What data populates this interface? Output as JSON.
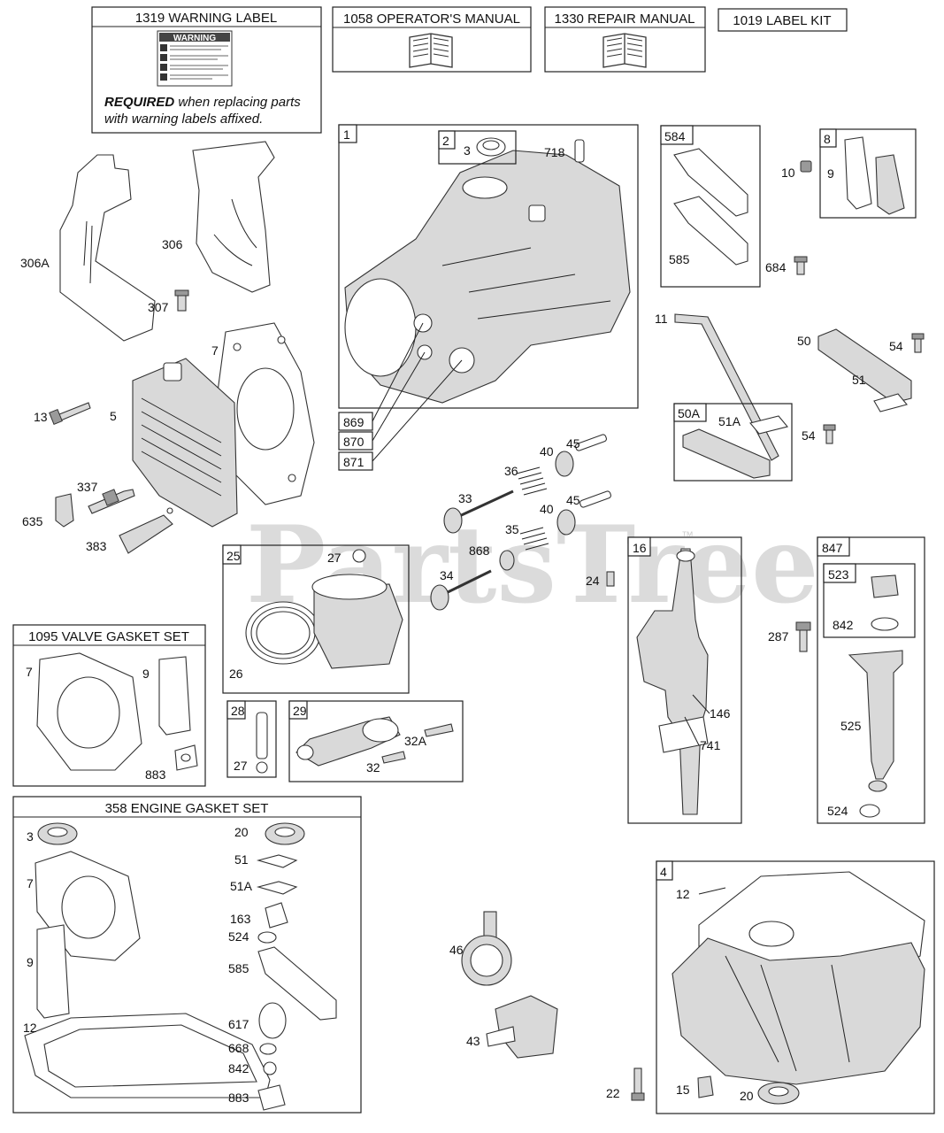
{
  "watermark": "PartsTree",
  "watermark_tm": "™",
  "headers": {
    "warning_label": "1319 WARNING LABEL",
    "operators_manual": "1058 OPERATOR'S MANUAL",
    "repair_manual": "1330 REPAIR MANUAL",
    "label_kit": "1019 LABEL KIT",
    "valve_gasket_set": "1095 VALVE GASKET SET",
    "engine_gasket_set": "358 ENGINE GASKET SET"
  },
  "warning_sticker": {
    "title": "WARNING",
    "required_bold": "REQUIRED",
    "required_rest": " when replacing parts",
    "required_line2": "with warning labels affixed."
  },
  "box_labels": {
    "b1": "1",
    "b2": "2",
    "b584": "584",
    "b8": "8",
    "b50a": "50A",
    "b25": "25",
    "b28": "28",
    "b29": "29",
    "b16": "16",
    "b847": "847",
    "b523": "523",
    "b4": "4"
  },
  "part_labels": {
    "p3_top": "3",
    "p718": "718",
    "p306a": "306A",
    "p306": "306",
    "p307": "307",
    "p7_head": "7",
    "p13": "13",
    "p5": "5",
    "p337": "337",
    "p635": "635",
    "p383": "383",
    "p869": "869",
    "p870": "870",
    "p871": "871",
    "p585_top": "585",
    "p684": "684",
    "p10": "10",
    "p9_top": "9",
    "p11": "11",
    "p50": "50",
    "p54a": "54",
    "p51": "51",
    "p54b": "54",
    "p51a_top": "51A",
    "p45a": "45",
    "p40a": "40",
    "p36": "36",
    "p33": "33",
    "p45b": "45",
    "p40b": "40",
    "p35": "35",
    "p868": "868",
    "p34": "34",
    "p24": "24",
    "p27_top": "27",
    "p26": "26",
    "p27_pin": "27",
    "p32a": "32A",
    "p32": "32",
    "p146": "146",
    "p741": "741",
    "p287": "287",
    "p842_top": "842",
    "p525": "525",
    "p524_bot": "524",
    "v7": "7",
    "v9": "9",
    "v883": "883",
    "g3": "3",
    "g7": "7",
    "g9": "9",
    "g12": "12",
    "g20": "20",
    "g51": "51",
    "g51a": "51A",
    "g163": "163",
    "g524": "524",
    "g585": "585",
    "g617": "617",
    "g668": "668",
    "g842": "842",
    "g883": "883",
    "p46": "46",
    "p43": "43",
    "p22": "22",
    "p12": "12",
    "p15": "15",
    "p20": "20"
  }
}
